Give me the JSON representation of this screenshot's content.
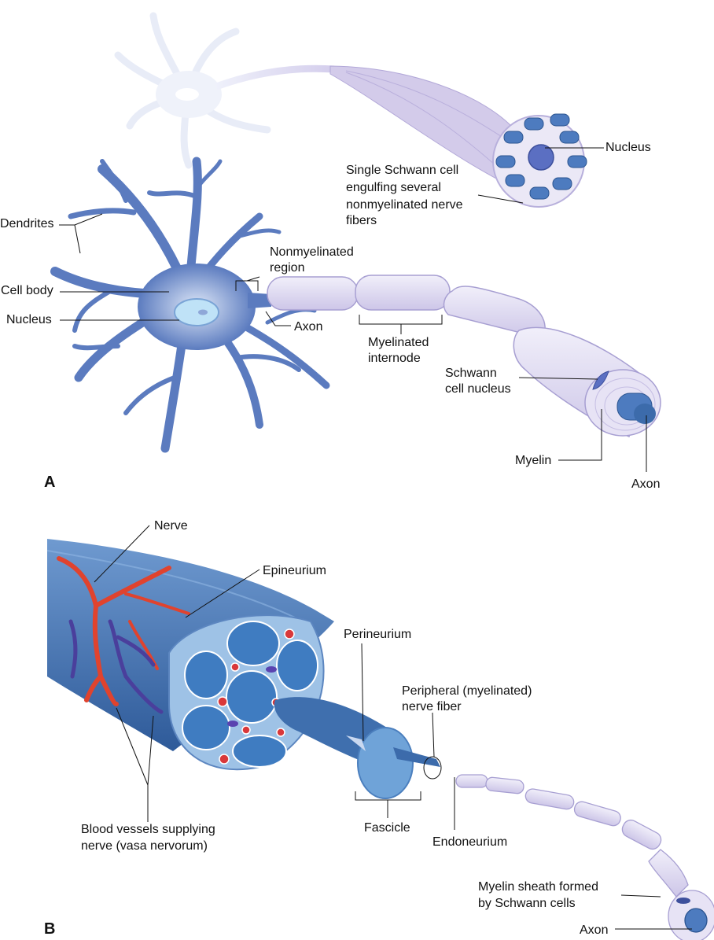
{
  "panels": {
    "a": "A",
    "b": "B"
  },
  "panel_a": {
    "nucleus_top": "Nucleus",
    "schwann_line1": "Single Schwann cell",
    "schwann_line2": "engulfing several",
    "schwann_line3": "nonmyelinated nerve",
    "schwann_line4": "fibers",
    "dendrites": "Dendrites",
    "cell_body": "Cell body",
    "nucleus": "Nucleus",
    "nonmyelinated_line1": "Nonmyelinated",
    "nonmyelinated_line2": "region",
    "axon": "Axon",
    "internode_line1": "Myelinated",
    "internode_line2": "internode",
    "schwann_nucleus_line1": "Schwann",
    "schwann_nucleus_line2": "cell nucleus",
    "myelin": "Myelin",
    "axon_end": "Axon"
  },
  "panel_b": {
    "nerve": "Nerve",
    "epineurium": "Epineurium",
    "perineurium": "Perineurium",
    "fiber_line1": "Peripheral (myelinated)",
    "fiber_line2": "nerve fiber",
    "vessels_line1": "Blood vessels supplying",
    "vessels_line2": "nerve (vasa nervorum)",
    "fascicle": "Fascicle",
    "endoneurium": "Endoneurium",
    "sheath_line1": "Myelin sheath formed",
    "sheath_line2": "by Schwann cells",
    "axon": "Axon"
  },
  "colors": {
    "neuron_blue": "#5b7bbf",
    "myelin_lavender": "#ddd9f0",
    "nerve_blue": "#3f6fae",
    "artery_red": "#e0432e",
    "vein_purple": "#4a3f9c"
  }
}
